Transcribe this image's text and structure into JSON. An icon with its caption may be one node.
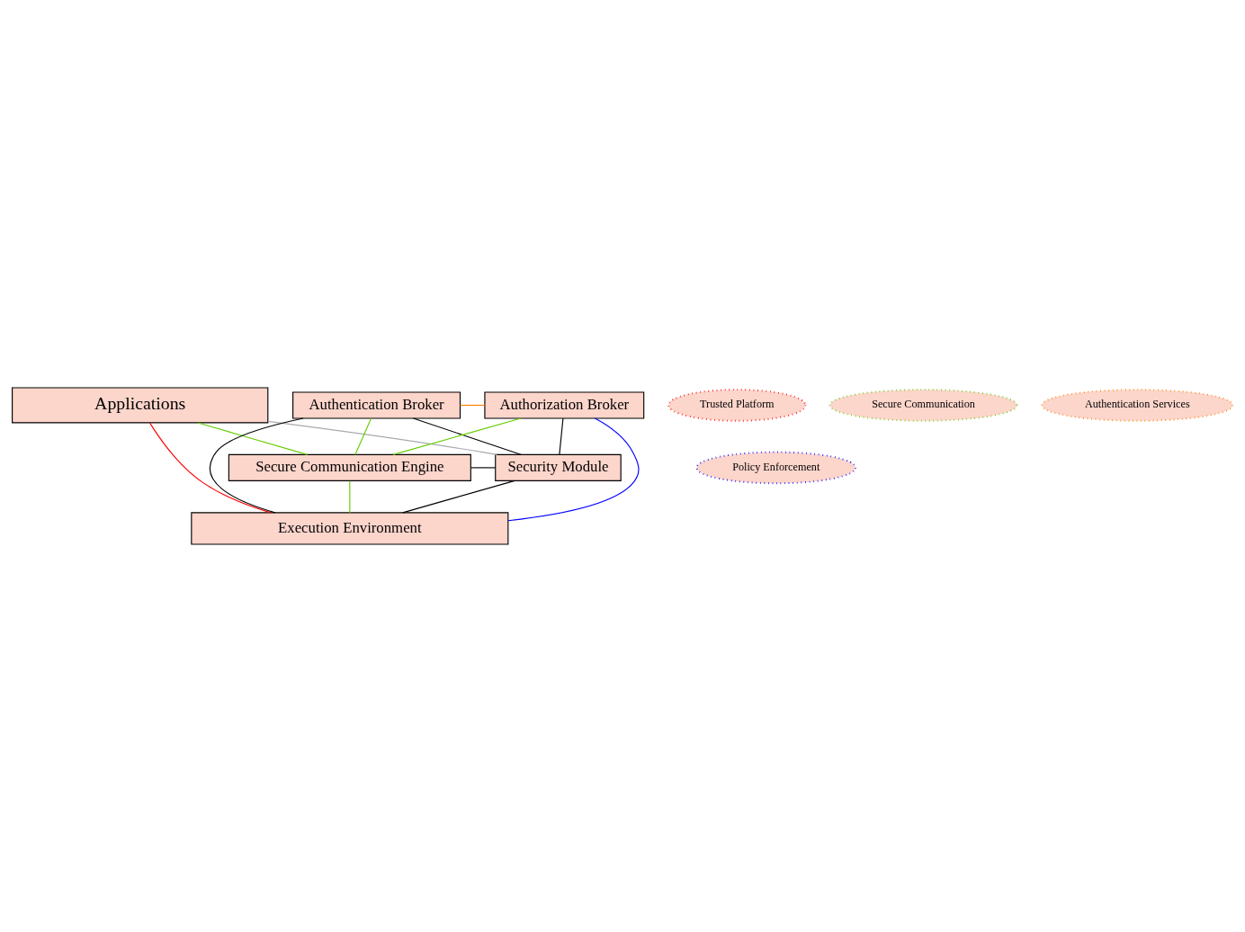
{
  "diagram": {
    "nodes": [
      {
        "text": [
          "Applications"
        ]
      },
      {
        "text": [
          "Trusted Platform"
        ]
      },
      {
        "text": [
          "Secure Communication"
        ]
      },
      {
        "text": [
          "Authentication Services"
        ]
      },
      {
        "text": [
          "Authentication Broker"
        ]
      },
      {
        "text": [
          "Authorization Broker"
        ]
      },
      {
        "text": [
          "Secure Communication Engine"
        ]
      },
      {
        "text": [
          "Security Module"
        ]
      },
      {
        "text": [
          "Policy Enforcement"
        ]
      },
      {
        "text": [
          "Execution Environment"
        ]
      }
    ],
    "edges": [
      {
        "from": 0,
        "to": 9,
        "arrow": "none",
        "color": "#ff0000"
      },
      {
        "from": 0,
        "to": 6,
        "arrow": "none",
        "color": "#66cc00"
      },
      {
        "from": 0,
        "to": 7,
        "arrow": "none",
        "color": "#aaaaaa"
      },
      {
        "from": 4,
        "to": 5,
        "arrow": "none",
        "color": "#ff8000"
      },
      {
        "from": 4,
        "to": 6,
        "arrow": "none",
        "color": "#66cc00"
      },
      {
        "from": 5,
        "to": 6,
        "arrow": "none",
        "color": "#66cc00"
      },
      {
        "from": 4,
        "to": 9,
        "arrow": "none"
      },
      {
        "from": 4,
        "to": 7,
        "arrow": "none"
      },
      {
        "from": 5,
        "to": 7,
        "arrow": "none"
      },
      {
        "from": 5,
        "to": 9,
        "arrow": "none",
        "color": "#0000ff"
      },
      {
        "from": 6,
        "to": 7,
        "arrow": "none"
      },
      {
        "from": 6,
        "to": 9,
        "arrow": "none",
        "color": "#66cc00"
      },
      {
        "from": 7,
        "to": 9,
        "arrow": "none"
      }
    ]
  }
}
